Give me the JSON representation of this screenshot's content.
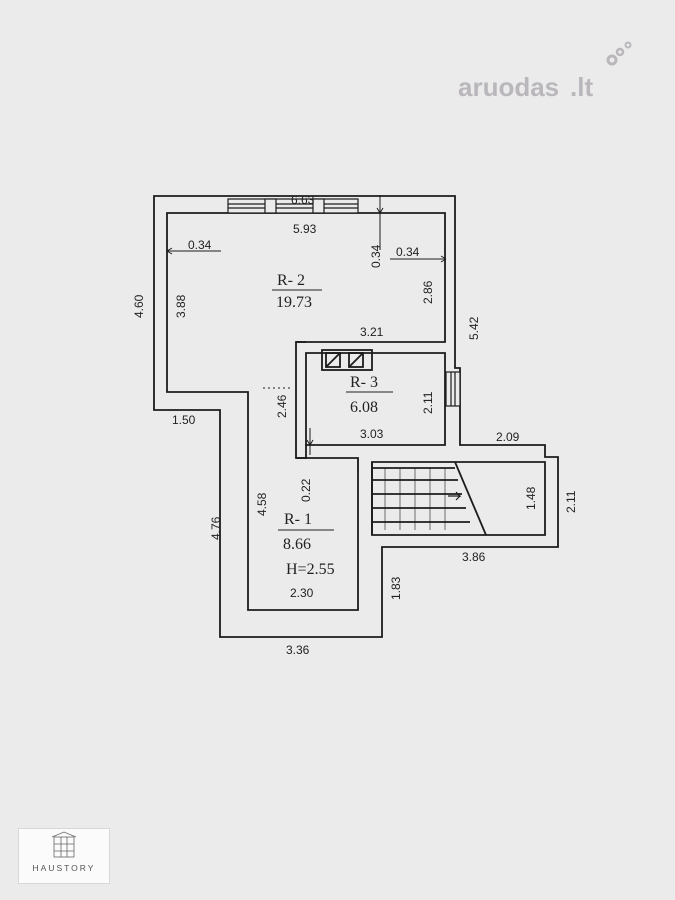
{
  "watermark": {
    "text": "aruodas",
    "tld": ".lt"
  },
  "brand": {
    "name": "HAUSTORY"
  },
  "rooms": {
    "r2": {
      "label": "R- 2",
      "area": "19.73"
    },
    "r3": {
      "label": "R- 3",
      "area": "6.08"
    },
    "r1": {
      "label": "R- 1",
      "area": "8.66",
      "height": "H=2.55"
    }
  },
  "dimensions": {
    "top_outer": "6.63",
    "top_inner": "5.93",
    "wall_left": "0.34",
    "wall_top": "0.34",
    "wall_right": "0.34",
    "left_outer": "4.60",
    "left_inner": "3.88",
    "r2_right": "2.86",
    "r2_bottom": "3.21",
    "right_outer": "5.42",
    "step_left": "1.50",
    "partition": "2.46",
    "r3_right": "2.11",
    "r3_bottom": "3.03",
    "stair_top": "2.09",
    "stair_right_outer": "2.11",
    "stair_height": "1.48",
    "gap": "0.22",
    "left_lower_outer": "4.76",
    "r1_left": "4.58",
    "stair_bottom": "3.86",
    "r1_right_outer": "1.83",
    "r1_bottom": "2.30",
    "bottom_outer": "3.36"
  }
}
